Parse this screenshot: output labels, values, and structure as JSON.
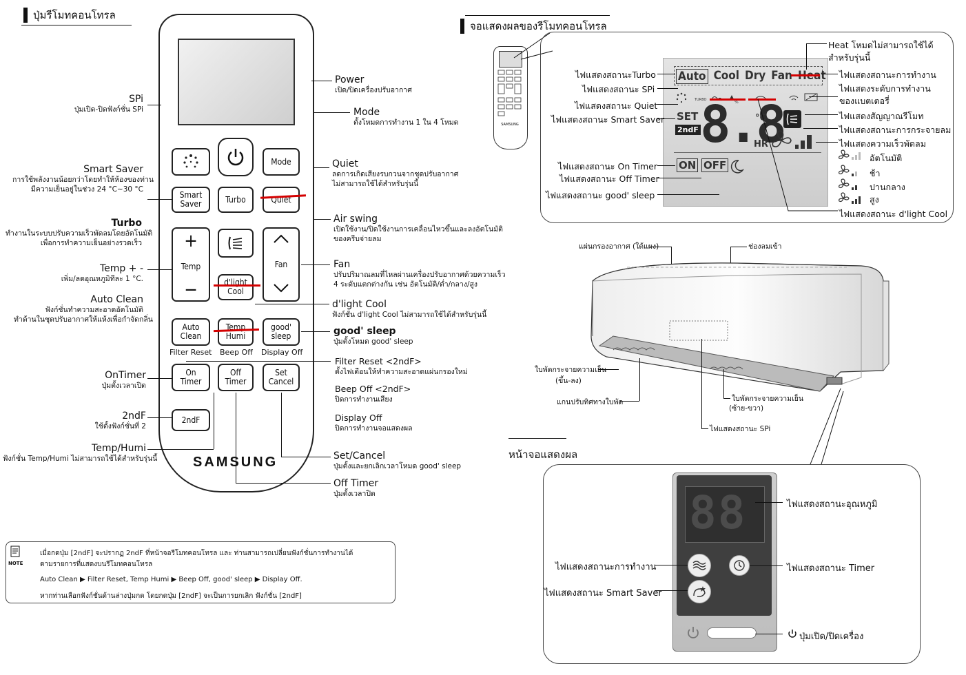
{
  "remote_section": {
    "title": "ปุ่มรีโมทคอนโทรล"
  },
  "remote": {
    "brand": "SAMSUNG",
    "buttons": {
      "mode": "Mode",
      "smart_saver": "Smart\nSaver",
      "turbo": "Turbo",
      "quiet": "Quiet",
      "temp": "Temp",
      "fan": "Fan",
      "dlight": "d'light\nCool",
      "auto_clean": "Auto\nClean",
      "temp_humi": "Temp\nHumi",
      "good_sleep": "good'\nsleep",
      "on_timer": "On\nTimer",
      "off_timer": "Off\nTimer",
      "set_cancel": "Set\nCancel",
      "second_f": "2ndF"
    },
    "sub_labels": {
      "filter_reset": "Filter Reset",
      "beep_off": "Beep Off",
      "display_off": "Display Off"
    }
  },
  "callouts_left": {
    "spi": {
      "title": "SPi",
      "desc": "ปุ่มเปิด-ปิดฟังก์ชั่น SPi"
    },
    "smart_saver": {
      "title": "Smart Saver",
      "desc1": "การใช้พลังงานน้อยกว่าโดยทำให้ห้องของท่าน",
      "desc2": "มีความเย็นอยู่ในช่วง 24 °C~30 °C"
    },
    "turbo": {
      "title": "Turbo",
      "desc1": "ทำงานในระบบปรับความเร็วพัดลมโดยอัตโนมัติ",
      "desc2": "เพื่อการทำความเย็นอย่างรวดเร็ว"
    },
    "temp": {
      "title": "Temp + -",
      "desc": "เพิ่ม/ลดอุณหภูมิทีละ 1 °C."
    },
    "auto_clean": {
      "title": "Auto Clean",
      "desc1": "ฟังก์ชั่นทำความสะอาดอัตโนมัติ",
      "desc2": "ทำด้านในชุดปรับอากาศให้แห้งเพื่อกำจัดกลิ่น"
    },
    "on_timer": {
      "title": "OnTimer",
      "desc": "ปุ่มตั้งเวลาเปิด"
    },
    "second_f": {
      "title": "2ndF",
      "desc": "ใช้ตั้งฟังก์ชั่นที่ 2"
    },
    "temp_humi": {
      "title": "Temp/Humi",
      "desc": "ฟังก์ชั่น Temp/Humi ไม่สามารถใช้ได้สำหรับรุ่นนี้"
    }
  },
  "callouts_right": {
    "power": {
      "title": "Power",
      "desc": "เปิด/ปิดเครื่องปรับอากาศ"
    },
    "mode": {
      "title": "Mode",
      "desc": "ตั้งโหมดการทำงาน 1 ใน 4 โหมด"
    },
    "quiet": {
      "title": "Quiet",
      "desc1": "ลดการเกิดเสียงรบกวนจากชุดปรับอากาศ",
      "desc2": "ไม่สามารถใช้ได้สำหรับรุ่นนี้"
    },
    "air_swing": {
      "title": "Air swing",
      "desc1": "เปิดใช้งาน/ปิดใช้งานการเคลื่อนไหวขึ้นและลงอัตโนมัติ",
      "desc2": "ของครีบจ่ายลม"
    },
    "fan": {
      "title": "Fan",
      "desc1": "ปรับปริมาณลมที่ไหลผ่านเครื่องปรับอากาศด้วยความเร็ว",
      "desc2": "4 ระดับแตกต่างกัน เช่น อัตโนมัติ/ต่ำ/กลาง/สูง"
    },
    "dlight": {
      "title": "d'light Cool",
      "desc": "ฟังก์ชั่น d'light Cool ไม่สามารถใช้ได้สำหรับรุ่นนี้"
    },
    "good_sleep": {
      "title": "good' sleep",
      "desc": "ปุ่มตั้งโหมด good' sleep"
    },
    "filter_reset": {
      "title": "Filter Reset <2ndF>",
      "desc": "ตั้งไฟเตือนให้ทำความสะอาดแผ่นกรองใหม่"
    },
    "beep_off": {
      "title": "Beep Off <2ndF>",
      "desc": "ปิดการทำงานเสียง"
    },
    "display_off": {
      "title": "Display Off",
      "desc": "ปิดการทำงานจอแสดงผล"
    },
    "set_cancel": {
      "title": "Set/Cancel",
      "desc": "ปุ่มตั้งและยกเลิกเวลาโหมด good' sleep"
    },
    "off_timer": {
      "title": "Off Timer",
      "desc": "ปุ่มตั้งเวลาปิด"
    }
  },
  "note": {
    "icon_label": "NOTE",
    "line1": "เมื่อกดปุ่ม [2ndF] จะปรากฏ 2ndF ที่หน้าจอรีโมทคอนโทรล และ ท่านสามารถเปลี่ยนฟังก์ชั่นการทำงานได้",
    "line2": "ตามรายการที่แสดงบนรีโมทคอนโทรล",
    "line3": "Auto Clean ▶ Filter Reset, Temp Humi ▶ Beep Off, good' sleep ▶ Display Off.",
    "line4": "หากท่านเลือกฟังก์ชั่นด้านล่างปุ่มกด โดยกดปุ่ม [2ndF] จะเป็นการยกเลิก ฟังก์ชั่น [2ndF]"
  },
  "display_section": {
    "title": "จอแสดงผลของรีโมทคอนโทรล"
  },
  "lcd": {
    "modes": [
      "Auto",
      "Cool",
      "Dry",
      "Fan",
      "Heat"
    ],
    "set": "SET",
    "second_f": "2ndF",
    "digits": "8.8",
    "unit_c": "°C",
    "unit_hr": "HR",
    "on": "ON",
    "off": "OFF"
  },
  "lcd_left_labels": [
    "ไฟแสดงสถานะTurbo",
    "ไฟแสดงสถานะ SPi",
    "ไฟแสดงสถานะ Quiet",
    "ไฟแสดงสถานะ Smart Saver",
    "ไฟแสดงสถานะ On Timer",
    "ไฟแสดงสถานะ Off Timer",
    "ไฟแสดงสถานะ good' sleep"
  ],
  "lcd_right_labels": {
    "heat": "Heat โหมดไม่สามารถใช้ได้",
    "heat2": "สำหรับรุ่นนี้",
    "operation": "ไฟแสดงสถานะการทำงาน",
    "battery": "ไฟแสดงระดับการทำงาน",
    "battery2": "ของแบตเตอรี่",
    "signal": "ไฟแสดงสัญญาณรีโมท",
    "swing": "ไฟแสดงสถานะการกระจายลม",
    "fan_speed": "ไฟแสดงความเร็วพัดลม",
    "speeds": [
      "อัตโนมัติ",
      "ช้า",
      "ปานกลาง",
      "สูง"
    ],
    "dlight": "ไฟแสดงสถานะ d'light Cool"
  },
  "indoor_unit": {
    "filter": "แผ่นกรองอากาศ (ใต้แผง)",
    "inlet": "ช่องลมเข้า",
    "louver_ud": "ใบพัดกระจายความเย็น",
    "louver_ud2": "(ขึ้น-ลง)",
    "shaft": "แกนปรับทิศทางใบพัด",
    "louver_lr": "ใบพัดกระจายความเย็น",
    "louver_lr2": "(ซ้าย-ขวา)",
    "spi_indicator": "ไฟแสดงสถานะ SPi"
  },
  "front_panel": {
    "section_title": "หน้าจอแสดงผล",
    "digits": "88",
    "temp": "ไฟแสดงสถานะอุณหภูมิ",
    "operation": "ไฟแสดงสถานะการทำงาน",
    "timer": "ไฟแสดงสถานะ Timer",
    "smart_saver": "ไฟแสดงสถานะ Smart Saver",
    "power": "ปุ่มเปิด/ปิดเครื่อง"
  }
}
